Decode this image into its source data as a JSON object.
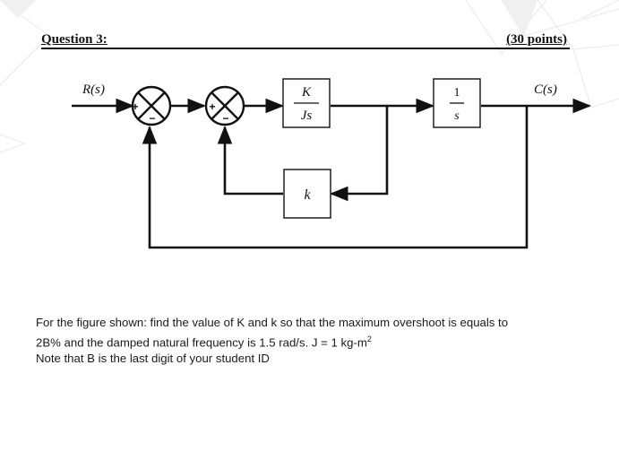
{
  "question": {
    "title": "Question 3:",
    "points": "(30 points)"
  },
  "diagram": {
    "input_label": "R(s)",
    "output_label": "C(s)",
    "sum1_sign_left": "+",
    "sum1_sign_bottom": "−",
    "sum2_sign_left": "+",
    "sum2_sign_bottom": "−",
    "block_forward_num": "K",
    "block_forward_den": "Js",
    "block_integrator_num": "1",
    "block_integrator_den": "s",
    "block_feedback": "k"
  },
  "description": {
    "line1": "For the figure shown: find the value of K and k so that the maximum overshoot is equals to",
    "line2_main": "2B% and the damped natural frequency is 1.5 rad/s. J = 1 kg-m",
    "line2_sup": "2",
    "line3": "Note that B is the last digit of your student ID"
  }
}
